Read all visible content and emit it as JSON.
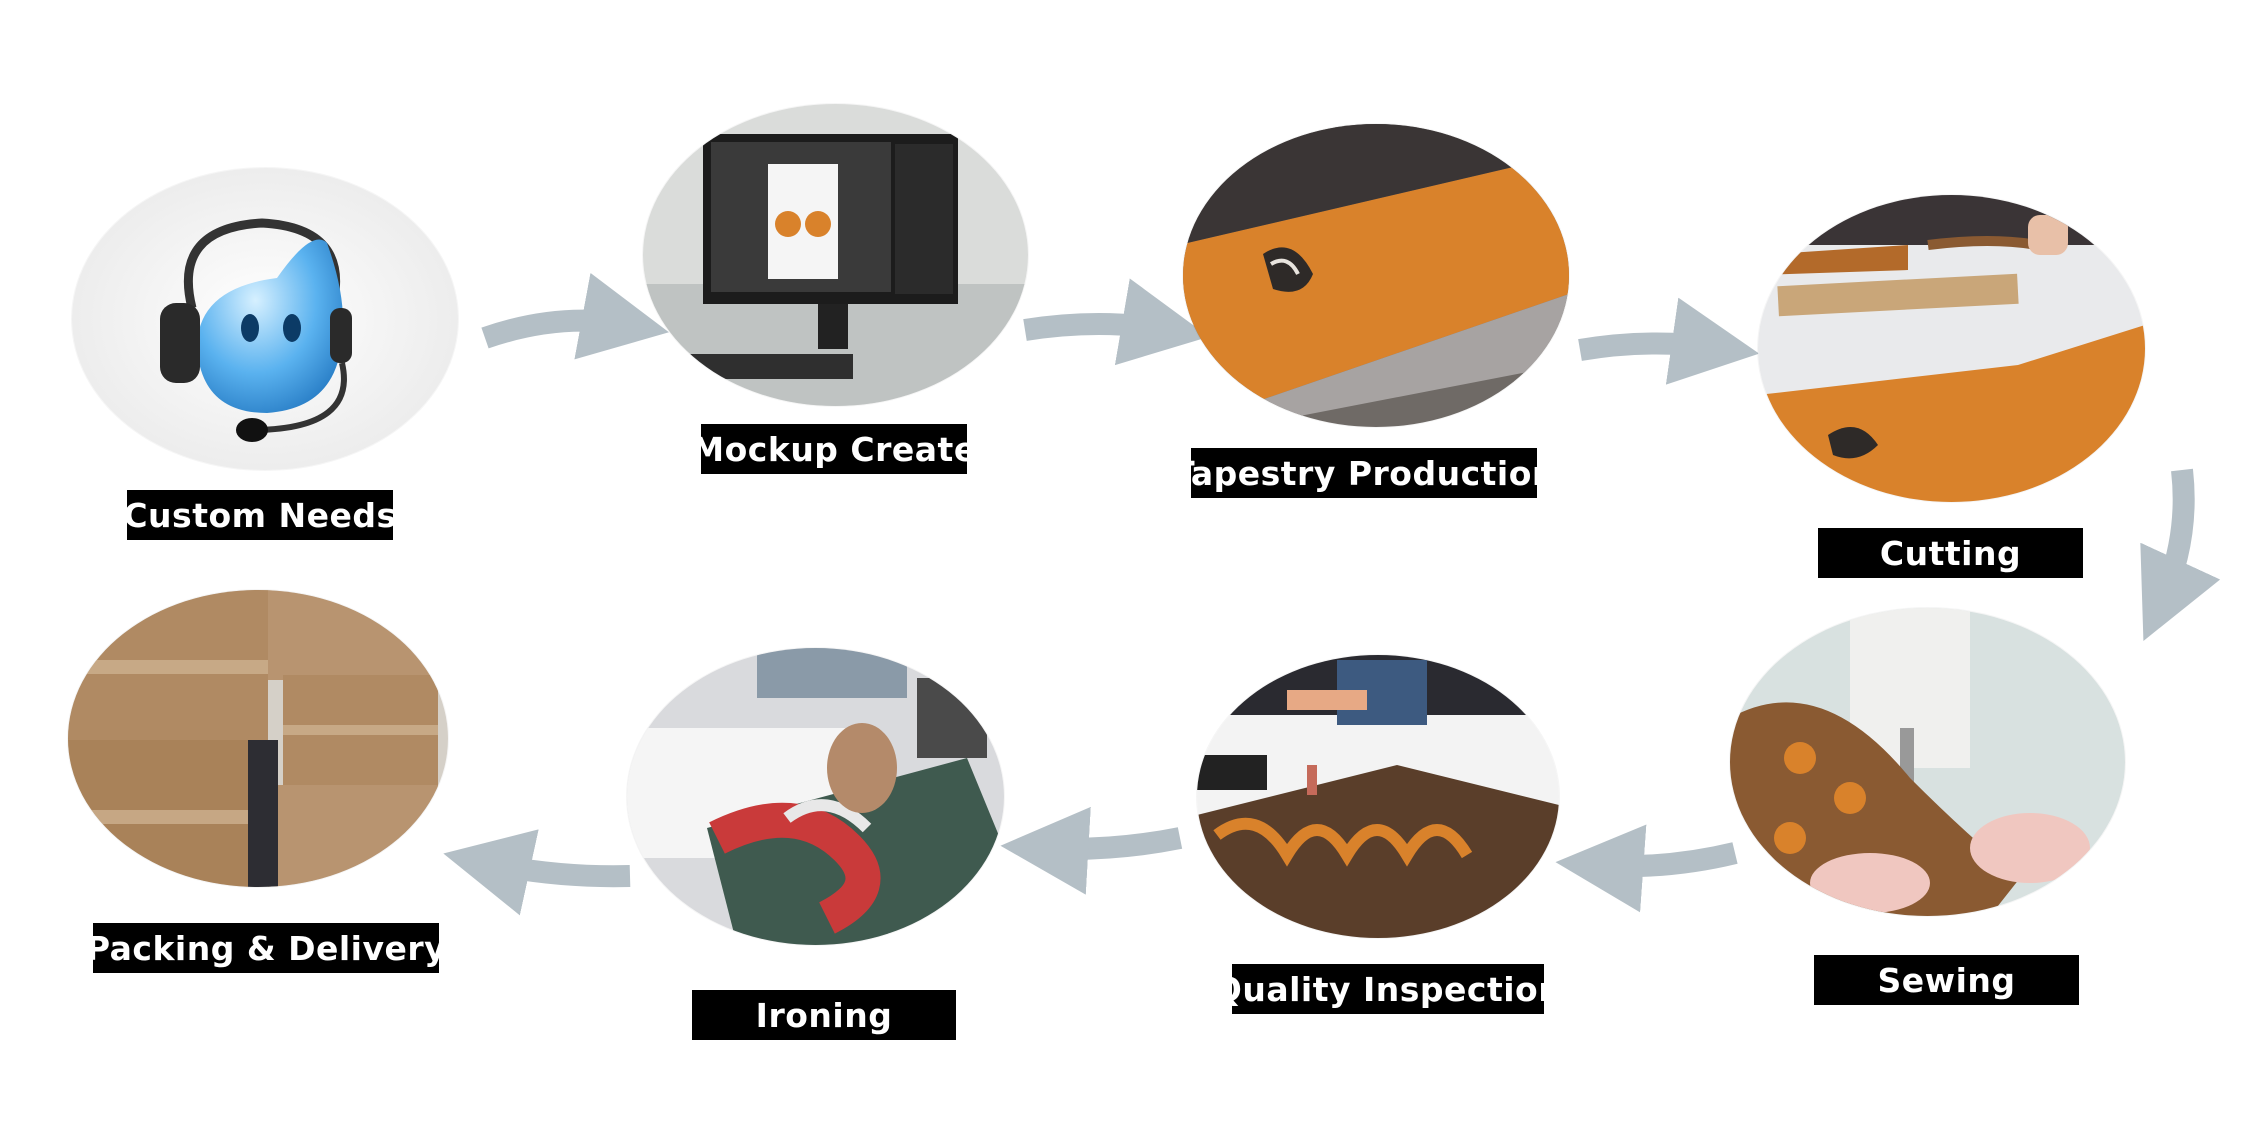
{
  "steps": [
    {
      "label": "Custom Needs",
      "image": "support-headset-mascot"
    },
    {
      "label": "Mockup Create",
      "image": "design-monitor"
    },
    {
      "label": "Tapestry Production",
      "image": "weaving-loom-fabric"
    },
    {
      "label": "Cutting",
      "image": "cutting-fabric"
    },
    {
      "label": "Sewing",
      "image": "sewing-machine"
    },
    {
      "label": "Quality Inspection",
      "image": "inspection-table"
    },
    {
      "label": "Ironing",
      "image": "ironing-fabric"
    },
    {
      "label": "Packing & Delivery",
      "image": "shipping-cartons"
    }
  ],
  "colors": {
    "arrow": "#b4bfc6",
    "label_bg": "#000000",
    "label_text": "#ffffff",
    "fabric_orange": "#d9822b",
    "carton": "#b08a63"
  }
}
